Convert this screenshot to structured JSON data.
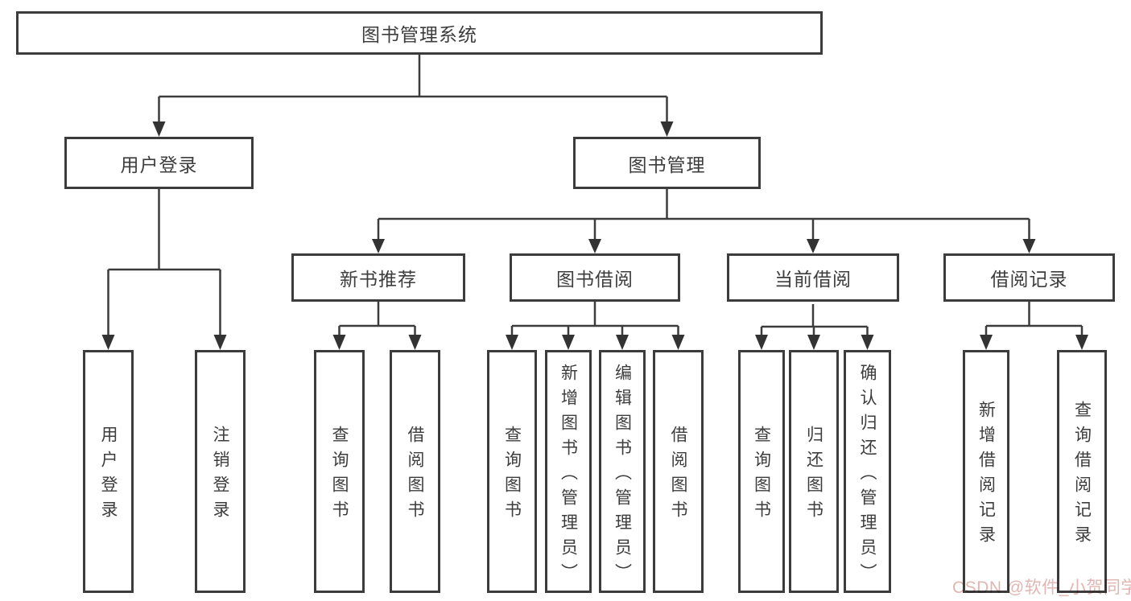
{
  "diagram": {
    "type": "hierarchy-tree",
    "tree": {
      "label": "图书管理系统",
      "children": [
        {
          "label": "用户登录",
          "children": [
            {
              "label": "用户登录"
            },
            {
              "label": "注销登录"
            }
          ]
        },
        {
          "label": "图书管理",
          "children": [
            {
              "label": "新书推荐",
              "children": [
                {
                  "label": "查询图书"
                },
                {
                  "label": "借阅图书"
                }
              ]
            },
            {
              "label": "图书借阅",
              "children": [
                {
                  "label": "查询图书"
                },
                {
                  "label": "新增图书（管理员）"
                },
                {
                  "label": "编辑图书（管理员）"
                },
                {
                  "label": "借阅图书"
                }
              ]
            },
            {
              "label": "当前借阅",
              "children": [
                {
                  "label": "查询图书"
                },
                {
                  "label": "归还图书"
                },
                {
                  "label": "确认归还（管理员）"
                }
              ]
            },
            {
              "label": "借阅记录",
              "children": [
                {
                  "label": "新增借阅记录"
                },
                {
                  "label": "查询借阅记录"
                }
              ]
            }
          ]
        }
      ]
    },
    "colors": {
      "line": "#3c3c3c",
      "box_border": "#3c3c3c",
      "box_fill": "#ffffff",
      "text": "#3d3d3d"
    }
  },
  "watermark": {
    "text": "CSDN @软件_小贺同学",
    "color": "#e2b5b1"
  }
}
